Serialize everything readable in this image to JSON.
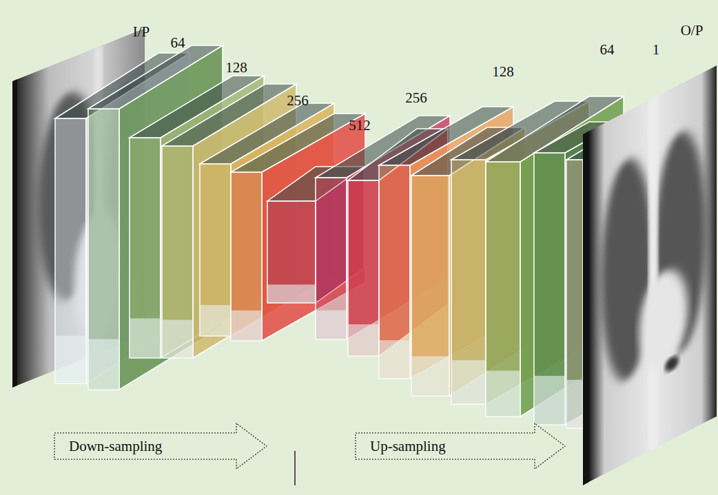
{
  "diagram": {
    "nodes": [
      {
        "text": [
          "Down-sampling"
        ]
      },
      {
        "text": [
          "Up-sampling"
        ]
      }
    ],
    "labels": [
      "I/P",
      "64",
      "128",
      "256",
      "512",
      "256",
      "128",
      "64",
      "1",
      "O/P"
    ]
  }
}
